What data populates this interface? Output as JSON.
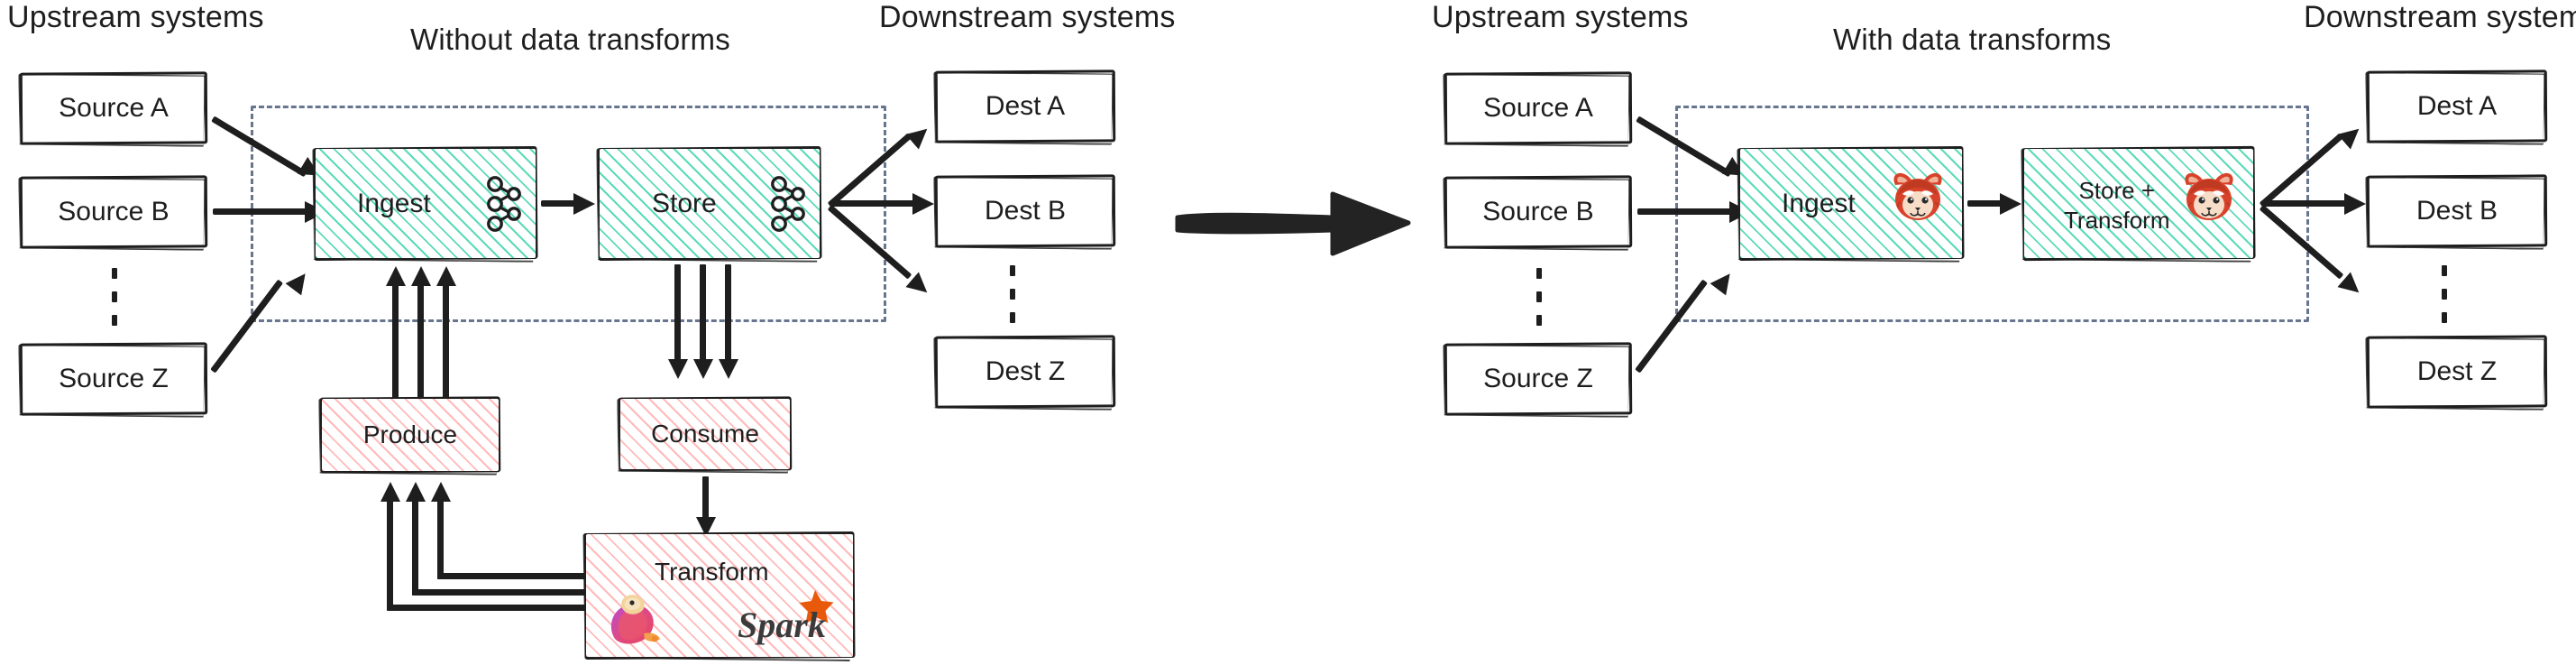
{
  "diagram": {
    "type": "architecture-comparison",
    "left_panel": {
      "title": "Without data transforms",
      "upstream_label": "Upstream systems",
      "downstream_label": "Downstream systems",
      "sources": [
        {
          "label": "Source A"
        },
        {
          "label": "Source B"
        },
        {
          "label": "Source Z"
        }
      ],
      "source_ellipsis": "vertical-dots",
      "pipeline": [
        {
          "label": "Ingest",
          "icon": "kafka-icon",
          "fill": "green"
        },
        {
          "label": "Store",
          "icon": "kafka-icon",
          "fill": "green"
        }
      ],
      "destinations": [
        {
          "label": "Dest A"
        },
        {
          "label": "Dest B"
        },
        {
          "label": "Dest Z"
        }
      ],
      "dest_ellipsis": "vertical-dots",
      "external_nodes": [
        {
          "label": "Produce",
          "fill": "pink"
        },
        {
          "label": "Consume",
          "fill": "pink"
        },
        {
          "label": "Transform",
          "fill": "pink",
          "icons": [
            "flink-squirrel-icon",
            "spark-icon"
          ]
        }
      ]
    },
    "transition_arrow": "right-arrow-icon",
    "right_panel": {
      "title": "With data transforms",
      "upstream_label": "Upstream systems",
      "downstream_label": "Downstream systems",
      "sources": [
        {
          "label": "Source A"
        },
        {
          "label": "Source B"
        },
        {
          "label": "Source Z"
        }
      ],
      "source_ellipsis": "vertical-dots",
      "pipeline": [
        {
          "label": "Ingest",
          "icon": "redpanda-icon",
          "fill": "green"
        },
        {
          "label": "Store +\nTransform",
          "label_line1": "Store +",
          "label_line2": "Transform",
          "icon": "redpanda-icon",
          "fill": "green"
        }
      ],
      "destinations": [
        {
          "label": "Dest A"
        },
        {
          "label": "Dest B"
        },
        {
          "label": "Dest Z"
        }
      ],
      "dest_ellipsis": "vertical-dots"
    },
    "colors": {
      "stroke": "#1e1e1e",
      "green_hatch": "#40d4ad",
      "pink_hatch": "#ff8c8c",
      "dashed_boundary": "#67758f",
      "spark_orange": "#e8590c",
      "redpanda_red": "#d8422a",
      "background": "#ffffff"
    }
  }
}
